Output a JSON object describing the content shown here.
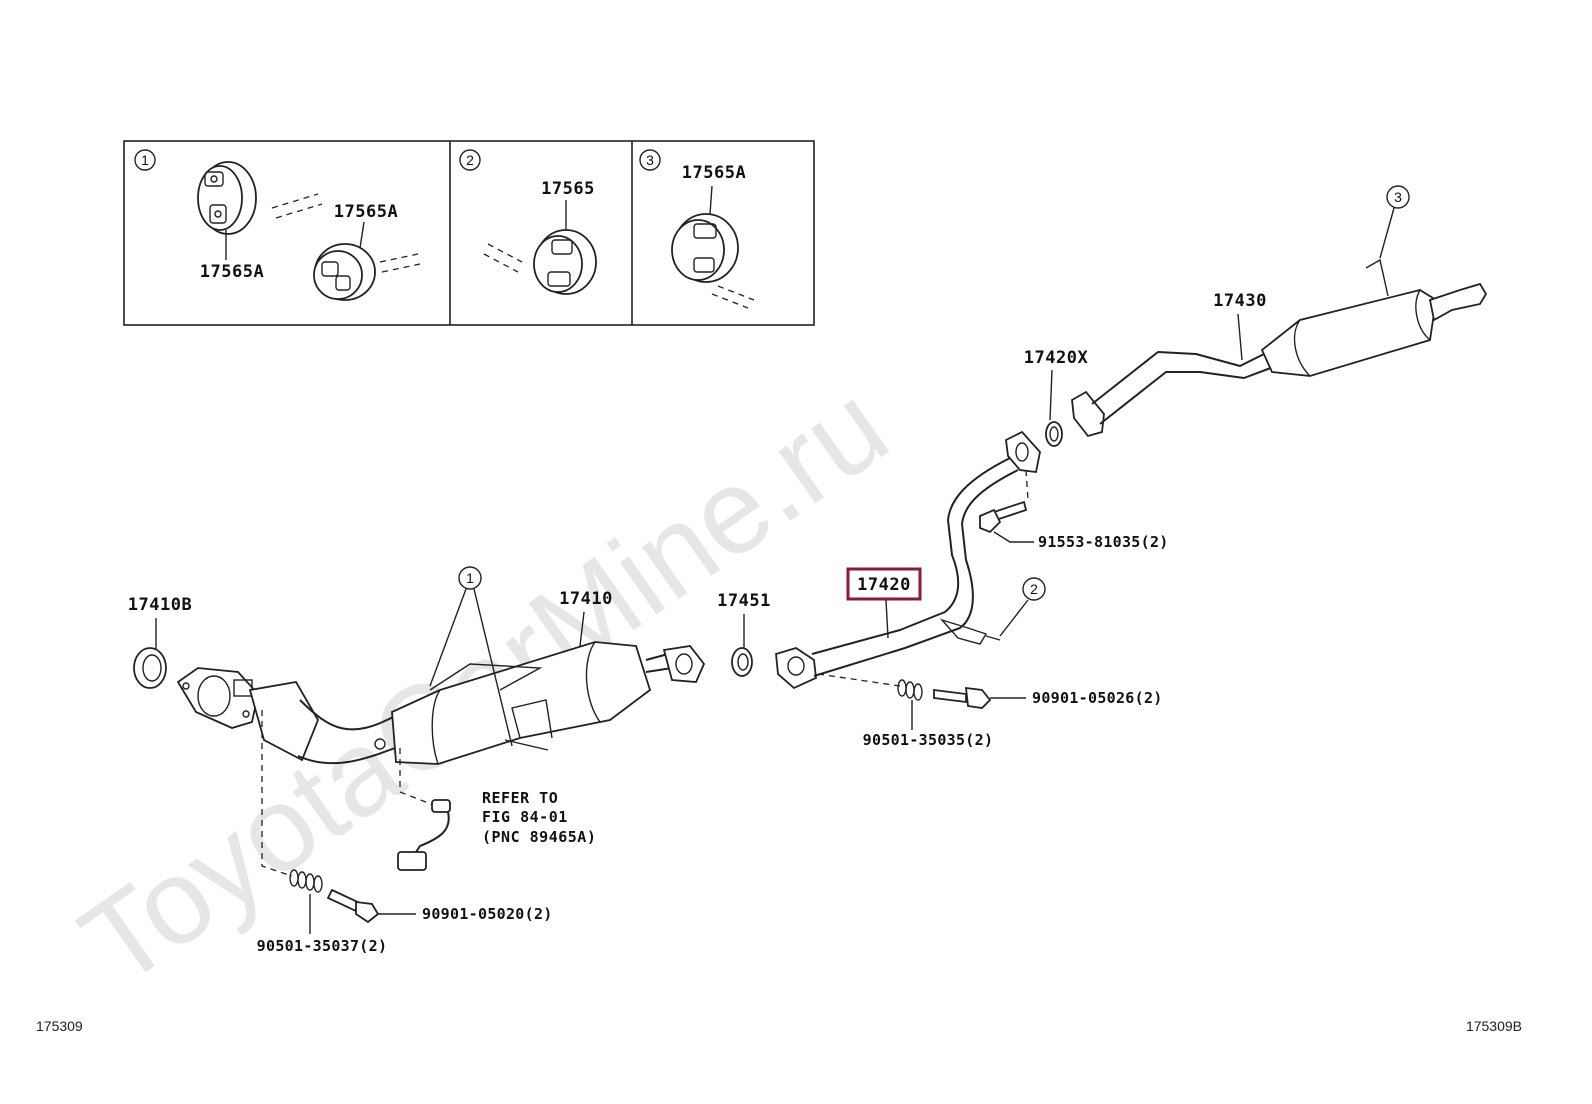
{
  "watermark": "ToyotaCarMine.ru",
  "inset": {
    "panels": [
      {
        "index": "1",
        "labels": [
          "17565A",
          "17565A"
        ]
      },
      {
        "index": "2",
        "labels": [
          "17565"
        ]
      },
      {
        "index": "3",
        "labels": [
          "17565A"
        ]
      }
    ]
  },
  "callouts": {
    "c1": "1",
    "c2": "2",
    "c3": "3"
  },
  "parts": {
    "p17410B": "17410B",
    "p17410": "17410",
    "p17451": "17451",
    "p17420": "17420",
    "p17420X": "17420X",
    "p17430": "17430",
    "p91553": "91553-81035(2)",
    "p90901_26": "90901-05026(2)",
    "p90501_35": "90501-35035(2)",
    "p90901_20": "90901-05020(2)",
    "p90501_37": "90501-35037(2)"
  },
  "note": {
    "line1": "REFER TO",
    "line2": "FIG 84-01",
    "line3": "(PNC 89465A)"
  },
  "highlight_color": "#8b1a3a",
  "footer": {
    "left": "175309",
    "right": "175309B"
  }
}
